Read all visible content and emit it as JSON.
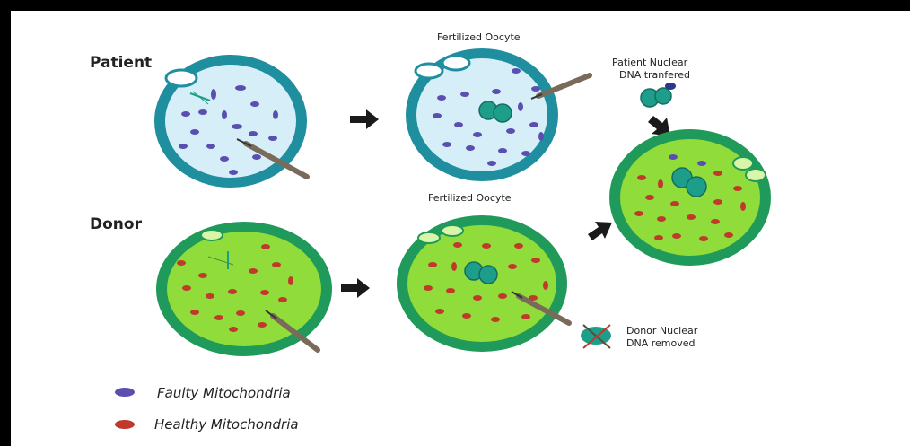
{
  "labels": {
    "patient": "Patient",
    "donor": "Donor",
    "fertilized_top": "Fertilized Oocyte",
    "fertilized_bottom": "Fertilized Oocyte",
    "patient_nuclear_line1": "Patient Nuclear",
    "patient_nuclear_line2": "DNA tranfered",
    "donor_nuclear_line1": "Donor Nuclear",
    "donor_nuclear_line2": "DNA removed"
  },
  "legend": [
    {
      "label": "Faulty Mitochondria",
      "color": "#5a4fb0"
    },
    {
      "label": "Healthy Mitochondria",
      "color": "#c0392b"
    }
  ],
  "colors": {
    "patient_ring": "#1f8fa0",
    "patient_fill": "#d6eef8",
    "donor_ring": "#1f9a5a",
    "donor_fill": "#8fdc3a",
    "nucleus": "#1d9e8a",
    "arrow": "#1a1a1a",
    "needle": "#7a6a5a"
  }
}
